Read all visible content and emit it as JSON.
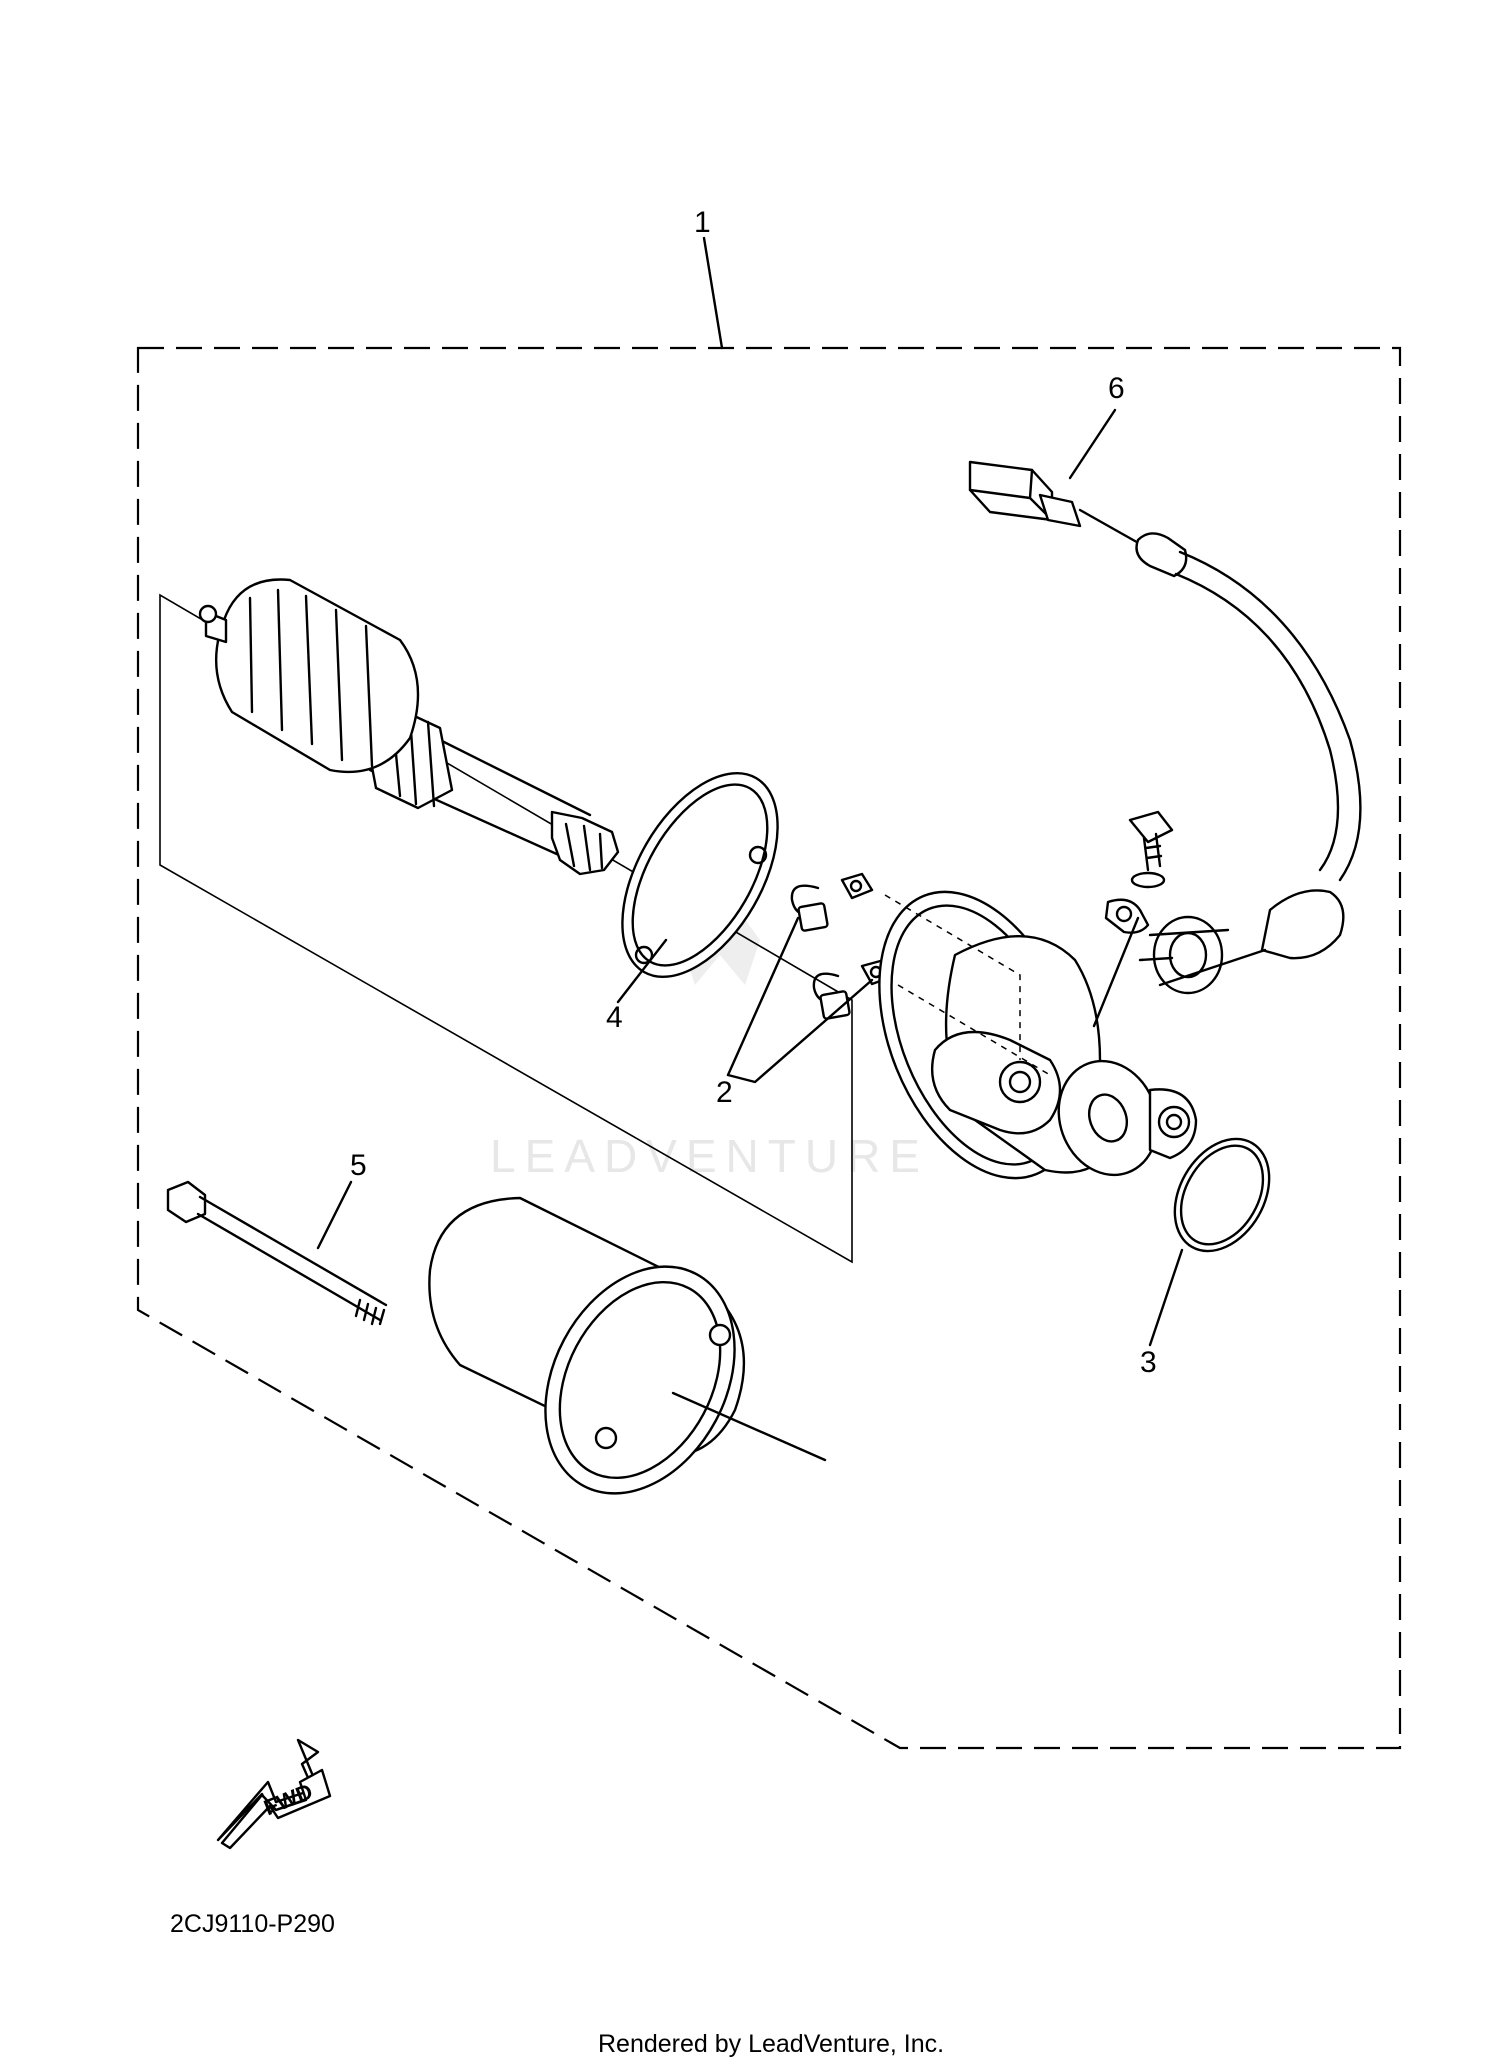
{
  "callouts": {
    "c1": "1",
    "c2": "2",
    "c3": "3",
    "c4": "4",
    "c5": "5",
    "c6": "6"
  },
  "fwd_label": "FWD",
  "diagram_code": "2CJ9110-P290",
  "watermark": "LEADVENTURE",
  "footer": "Rendered by LeadVenture, Inc.",
  "colors": {
    "line": "#000000",
    "background": "#ffffff",
    "watermark": "#e7e7e7"
  }
}
